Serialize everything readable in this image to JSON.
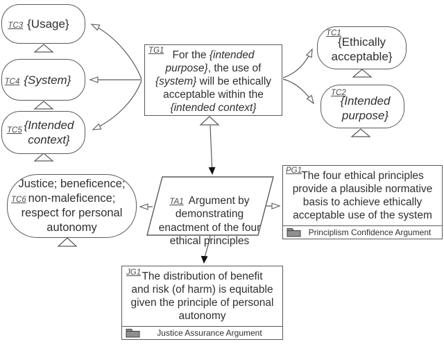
{
  "diagram": {
    "nodes": {
      "tc3": {
        "id": "TC3",
        "type": "context",
        "segments": [
          {
            "t": "{Usage}",
            "i": false
          }
        ]
      },
      "tc4": {
        "id": "TC4",
        "type": "context",
        "segments": [
          {
            "t": "{System}",
            "i": true
          }
        ]
      },
      "tc5": {
        "id": "TC5",
        "type": "context",
        "segments": [
          {
            "t": "{Intended\ncontext}",
            "i": true
          }
        ]
      },
      "tg1": {
        "id": "TG1",
        "type": "goal",
        "segments": [
          {
            "t": "For the ",
            "i": false
          },
          {
            "t": "{intended\npurpose}",
            "i": true
          },
          {
            "t": ", the use of\n",
            "i": false
          },
          {
            "t": "{system}",
            "i": true
          },
          {
            "t": " will be ethically\nacceptable within the\n",
            "i": false
          },
          {
            "t": "{intended context}",
            "i": true
          }
        ]
      },
      "tc1": {
        "id": "TC1",
        "type": "context",
        "segments": [
          {
            "t": "{Ethically\nacceptable}",
            "i": false
          }
        ]
      },
      "tc2": {
        "id": "TC2",
        "type": "context",
        "segments": [
          {
            "t": "{Intended\npurpose}",
            "i": true
          }
        ]
      },
      "tc6": {
        "id": "TC6",
        "type": "context",
        "segments": [
          {
            "t": "Justice; beneficence;\nnon-maleficence;\nrespect for personal\nautonomy",
            "i": false
          }
        ]
      },
      "ta1": {
        "id": "TA1",
        "type": "strategy",
        "segments": [
          {
            "t": "Argument by\ndemonstrating\nenactment of the four\nethical principles",
            "i": false
          }
        ]
      },
      "pg1": {
        "id": "PG1",
        "type": "goal-with-module",
        "segments": [
          {
            "t": "The four ethical principles\nprovide a plausible normative\nbasis to achieve ethically\nacceptable use of the system",
            "i": false
          }
        ],
        "module": "Principlism Confidence Argument"
      },
      "jg1": {
        "id": "JG1",
        "type": "goal-with-module",
        "segments": [
          {
            "t": "The distribution of benefit\nand risk (of harm) is equitable\ngiven the principle of personal\nautonomy",
            "i": false
          }
        ],
        "module": "Justice Assurance Argument"
      }
    },
    "edges": [
      {
        "from": "TG1",
        "to": "TC3",
        "type": "in-context-of"
      },
      {
        "from": "TG1",
        "to": "TC4",
        "type": "in-context-of"
      },
      {
        "from": "TG1",
        "to": "TC5",
        "type": "in-context-of"
      },
      {
        "from": "TG1",
        "to": "TC1",
        "type": "in-context-of"
      },
      {
        "from": "TG1",
        "to": "TC2",
        "type": "in-context-of"
      },
      {
        "from": "TG1",
        "to": "TA1",
        "type": "supported-by"
      },
      {
        "from": "TA1",
        "to": "TC6",
        "type": "in-context-of"
      },
      {
        "from": "TA1",
        "to": "PG1",
        "type": "in-context-of"
      },
      {
        "from": "TA1",
        "to": "JG1",
        "type": "supported-by"
      }
    ],
    "colors": {
      "stroke": "#595959",
      "text": "#2f2f2f",
      "label": "#4a4a4a",
      "solid_arrow": "#111111",
      "folder_fill": "#8f8f8f",
      "folder_stroke": "#404040"
    }
  }
}
